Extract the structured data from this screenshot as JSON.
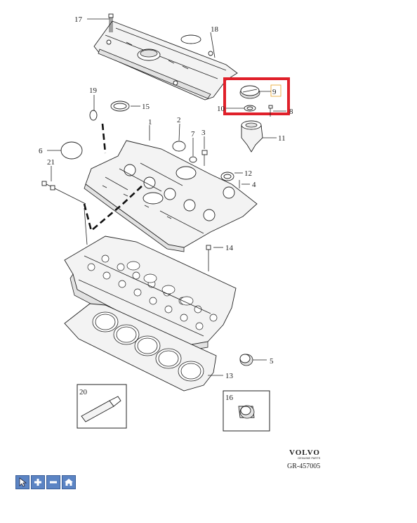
{
  "callouts": {
    "c1": "1",
    "c2": "2",
    "c3": "3",
    "c4": "4",
    "c5": "5",
    "c6": "6",
    "c7": "7",
    "c8": "8",
    "c9": "9",
    "c10": "10",
    "c11": "11",
    "c12": "12",
    "c13": "13",
    "c14": "14",
    "c15": "15",
    "c16": "16",
    "c17": "17",
    "c18": "18",
    "c19": "19",
    "c20": "20",
    "c21": "21"
  },
  "brand": {
    "name": "VOLVO",
    "tagline": "GENUINE PARTS",
    "drawing_code": "GR-457005"
  },
  "highlight": {
    "color": "#e0202a",
    "part": "9"
  },
  "toolbar": {
    "buttons": [
      {
        "name": "pointer-button",
        "icon": "cursor-icon"
      },
      {
        "name": "zoom-in-button",
        "icon": "plus-icon"
      },
      {
        "name": "zoom-out-button",
        "icon": "minus-icon"
      },
      {
        "name": "home-button",
        "icon": "home-icon"
      }
    ],
    "color": "#5b84c4"
  }
}
